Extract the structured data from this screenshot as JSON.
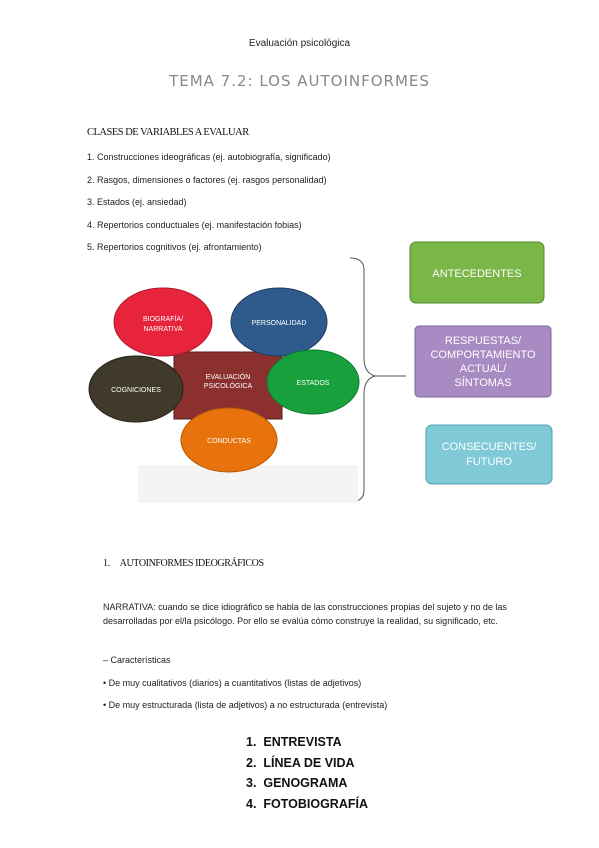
{
  "header": "Evaluación psicológica",
  "title": "TEMA 7.2: LOS AUTOINFORMES",
  "section1": {
    "heading": "CLASES DE VARIABLES A EVALUAR",
    "items": [
      "1. Construcciones ideográficas (ej. autobiografía, significado)",
      "2. Rasgos, dimensiones o factores (ej. rasgos personalidad)",
      "3. Estados (ej. ansiedad)",
      "4. Repertorios conductuales (ej. manifestación fobias)",
      "5. Repertorios cognitivos (ej. afrontamiento)"
    ]
  },
  "diagram": {
    "center": [
      "EVALUACIÓN",
      "PSICOLÓGICA"
    ],
    "biografia": [
      "BIOGRAFÍA/",
      "NARRATIVA"
    ],
    "personalidad": "PERSONALIDAD",
    "cogniciones": "COGNICIONES",
    "estados": "ESTADOS",
    "conductas": "CONDUCTAS",
    "antecedentes": "ANTECEDENTES",
    "respuestas": [
      "RESPUESTAS/",
      "COMPORTAMIENTO",
      "ACTUAL/",
      "SÍNTOMAS"
    ],
    "consecuentes": [
      "CONSECUENTES/",
      "FUTURO"
    ],
    "colors": {
      "biografia": "#e8233c",
      "personalidad": "#2e5a8c",
      "cogniciones": "#3f3a2a",
      "estados": "#17a03c",
      "conductas": "#e8720c",
      "center": "#8b2f2f",
      "antecedentes": "#7ab648",
      "respuestas": "#a88bc2",
      "consecuentes": "#7fcad6"
    }
  },
  "section2": {
    "heading": "1.     AUTOINFORMES IDEOGRÁFICOS",
    "paragraph": "NARRATIVA: cuando se dice idiográfico se habla de las construcciones propias del sujeto y no de las desarrolladas por el/la psicólogo. Por ello se evalúa cómo construye la realidad, su significado, etc.",
    "dash": "– Características",
    "bullet1": "• De muy cualitativos (diarios) a cuantitativos (listas de adjetivos)",
    "bullet2": "• De muy estructurada (lista de adjetivos) a no estructurada (entrevista)",
    "list": [
      "1.  ENTREVISTA",
      "2.  LÍNEA DE VIDA",
      "3.  GENOGRAMA",
      "4.  FOTOBIOGRAFÍA"
    ]
  }
}
